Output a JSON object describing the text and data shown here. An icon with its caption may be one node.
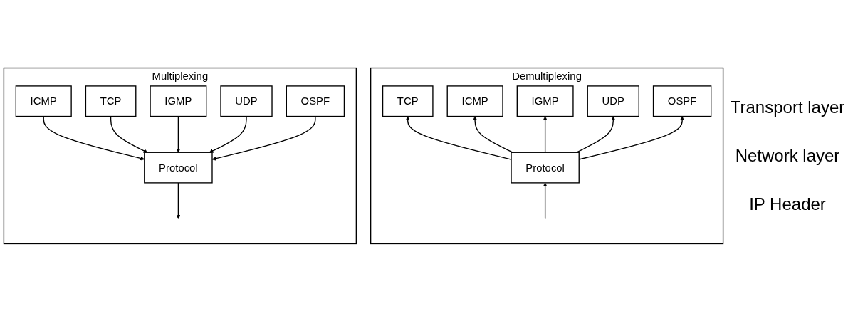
{
  "diagram": {
    "nodes": [
      {
        "text": [
          "Multiplexing"
        ]
      },
      {
        "text": [
          "TCP"
        ],
        "in": 0
      },
      {
        "text": [
          "UDP"
        ],
        "in": 0
      },
      {
        "text": [
          "ICMP"
        ],
        "in": 0
      },
      {
        "text": [
          "IGMP"
        ],
        "in": 0
      },
      {
        "text": [
          "OSPF"
        ],
        "in": 0
      },
      {
        "text": [
          "Protocol"
        ],
        "in": 0
      },
      {
        "text": [
          "Demultiplexing"
        ]
      },
      {
        "text": [
          "TCP"
        ],
        "in": 7
      },
      {
        "text": [
          "UDP"
        ],
        "in": 7
      },
      {
        "text": [
          "ICMP"
        ],
        "in": 7
      },
      {
        "text": [
          "IGMP"
        ],
        "in": 7
      },
      {
        "text": [
          "OSPF"
        ],
        "in": 7
      },
      {
        "text": [
          "Protocol"
        ],
        "in": 7
      }
    ],
    "edges": [
      {
        "from": 3,
        "to": 6,
        "arrow": "to"
      },
      {
        "from": 1,
        "to": 6,
        "arrow": "to"
      },
      {
        "from": 4,
        "to": 6,
        "arrow": "to"
      },
      {
        "from": 2,
        "to": 6,
        "arrow": "to"
      },
      {
        "from": 5,
        "to": 6,
        "arrow": "to"
      },
      {
        "from": 6,
        "to": null,
        "arrow": "to"
      },
      {
        "from": 13,
        "to": 10,
        "arrow": "to"
      },
      {
        "from": 13,
        "to": 8,
        "arrow": "to"
      },
      {
        "from": 13,
        "to": 11,
        "arrow": "to"
      },
      {
        "from": 13,
        "to": 9,
        "arrow": "to"
      },
      {
        "from": 13,
        "to": 12,
        "arrow": "to"
      },
      {
        "from": null,
        "to": 13,
        "arrow": "to"
      }
    ],
    "labels": [
      "Transport layer",
      "Network layer",
      "IP Header"
    ]
  }
}
